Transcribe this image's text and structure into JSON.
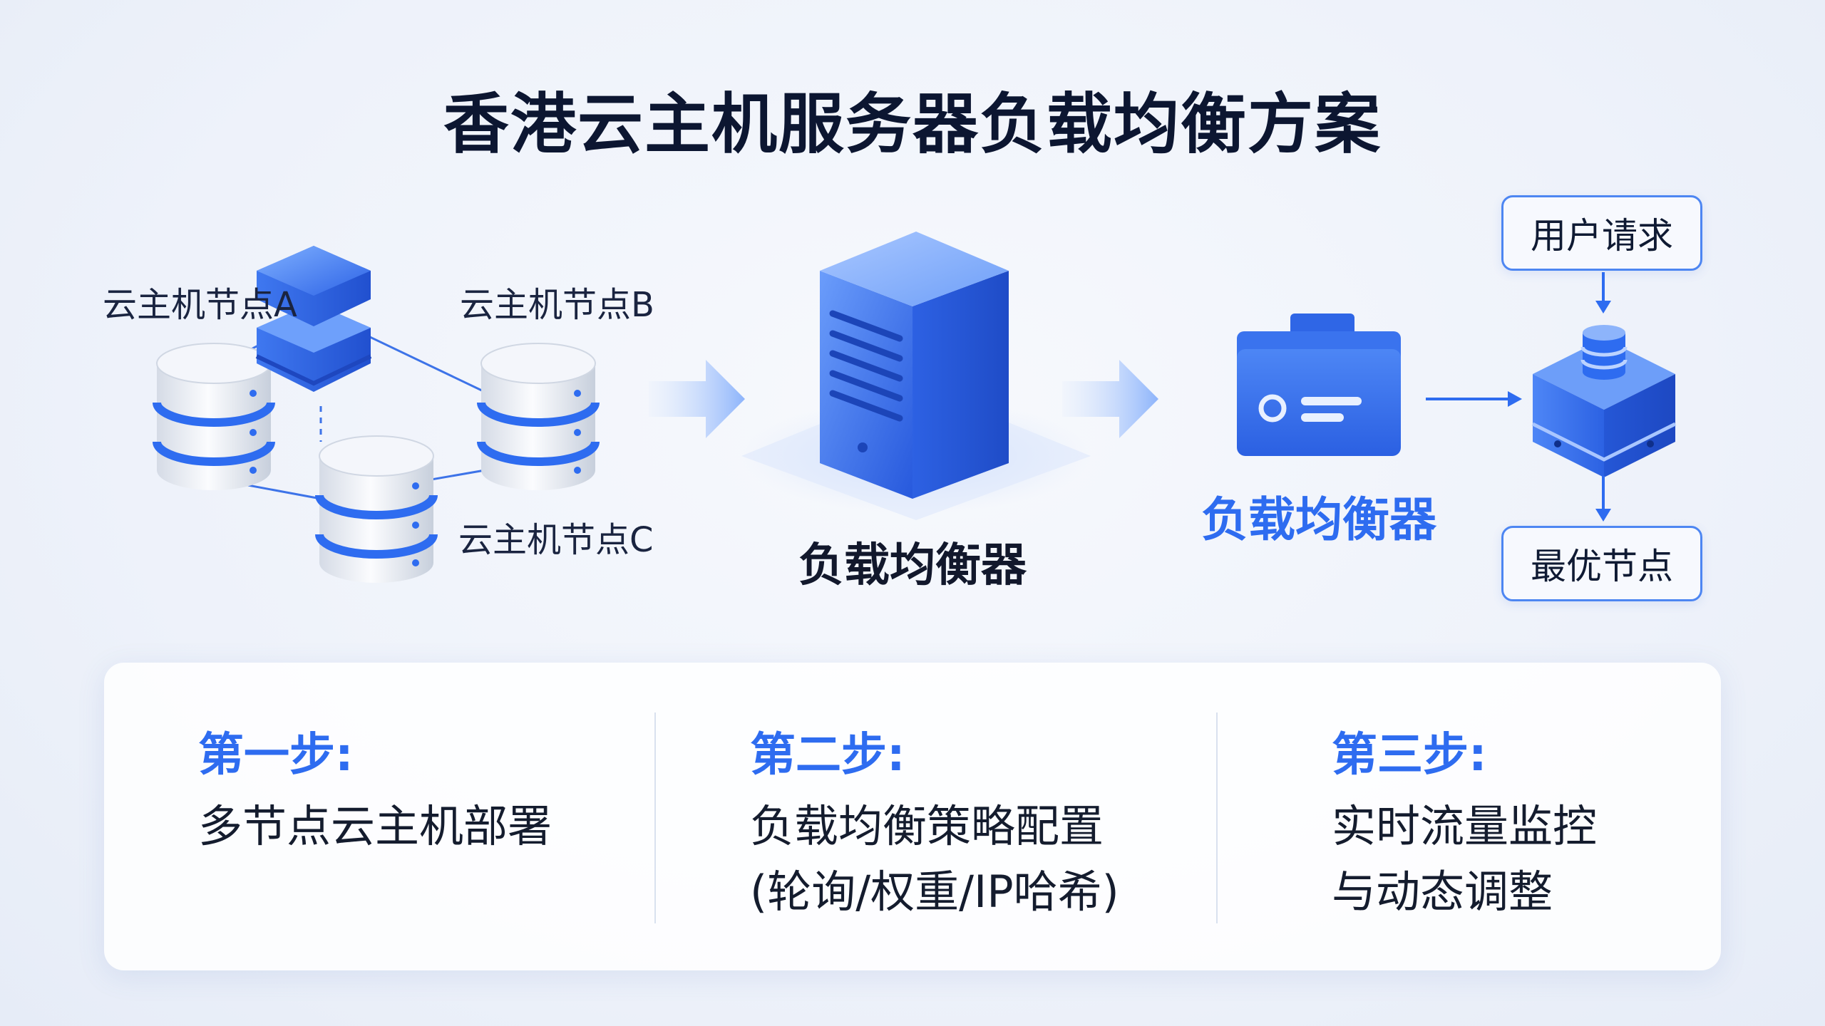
{
  "title": "香港云主机服务器负载均衡方案",
  "cluster": {
    "node_a": "云主机节点A",
    "node_b": "云主机节点B",
    "node_c": "云主机节点C"
  },
  "center_lb": {
    "label": "负载均衡器"
  },
  "right_lb": {
    "label": "负载均衡器"
  },
  "flow": {
    "request": "用户请求",
    "optimal": "最优节点"
  },
  "steps": [
    {
      "title": "第一步:",
      "lines": [
        "多节点云主机部署",
        ""
      ]
    },
    {
      "title": "第二步:",
      "lines": [
        "负载均衡策略配置",
        "(轮询/权重/IP哈希)"
      ]
    },
    {
      "title": "第三步:",
      "lines": [
        "实时流量监控",
        "与动态调整"
      ]
    }
  ],
  "colors": {
    "accent": "#2e6cf0",
    "dark_text": "#0c1631"
  }
}
